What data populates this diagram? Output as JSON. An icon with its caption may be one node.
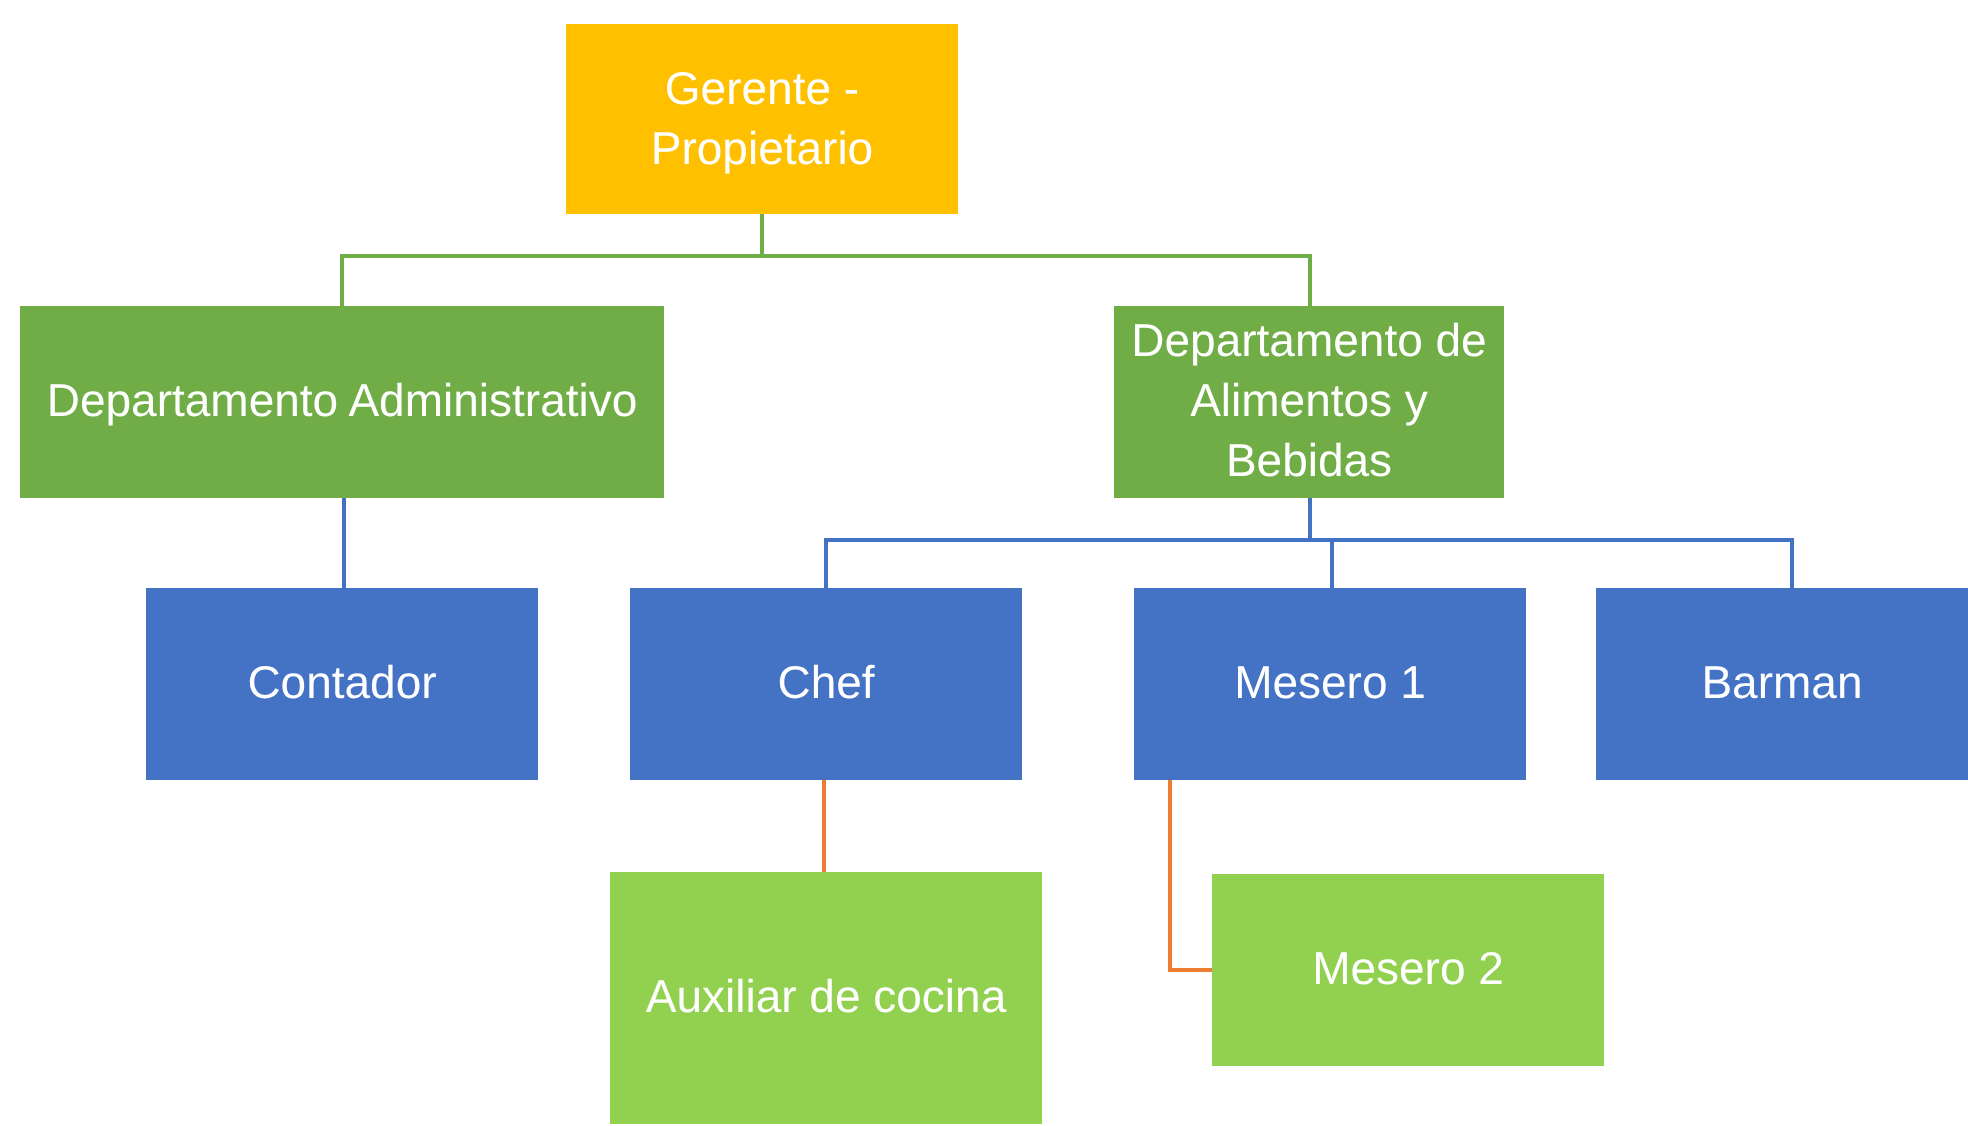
{
  "diagram": {
    "nodes": [
      {
        "text": [
          "Gerente - Propietario"
        ]
      },
      {
        "text": [
          "Departamento Administrativo"
        ]
      },
      {
        "text": [
          "Departamento de Alimentos y Bebidas"
        ]
      },
      {
        "text": [
          "Contador"
        ]
      },
      {
        "text": [
          "Chef"
        ]
      },
      {
        "text": [
          "Mesero 1"
        ]
      },
      {
        "text": [
          "Barman"
        ]
      },
      {
        "text": [
          "Auxiliar de cocina"
        ]
      },
      {
        "text": [
          "Mesero 2"
        ]
      }
    ],
    "edges": [
      {
        "from": 0,
        "to": 1,
        "arrow": "none",
        "color": "#70ad47"
      },
      {
        "from": 0,
        "to": 2,
        "arrow": "none",
        "color": "#70ad47"
      },
      {
        "from": 1,
        "to": 3,
        "arrow": "none"
      },
      {
        "from": 2,
        "to": 4,
        "arrow": "none"
      },
      {
        "from": 2,
        "to": 5,
        "arrow": "none"
      },
      {
        "from": 2,
        "to": 6,
        "arrow": "none"
      },
      {
        "from": 4,
        "to": 7,
        "arrow": "none",
        "color": "#ed7d31"
      },
      {
        "from": 5,
        "to": 8,
        "arrow": "none",
        "color": "#ed7d31"
      }
    ]
  }
}
